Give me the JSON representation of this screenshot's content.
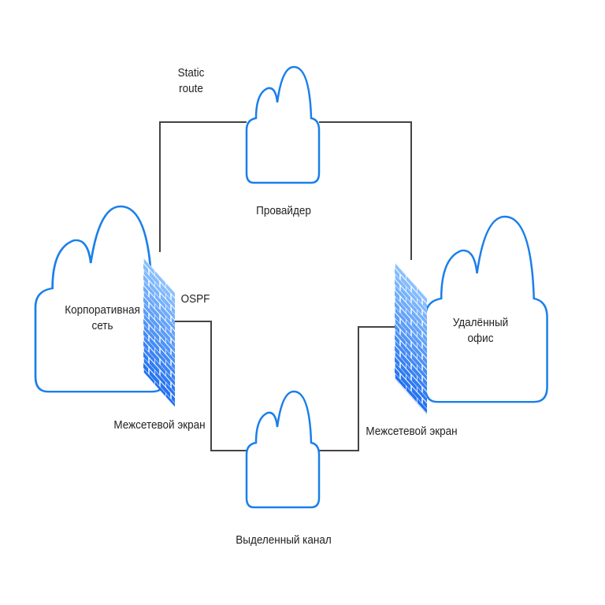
{
  "nodes": {
    "corporate": "Корпоративная сеть",
    "corporate_l1": "Корпоративная",
    "corporate_l2": "сеть",
    "provider": "Провайдер",
    "remote_l1": "Удалённый",
    "remote_l2": "офис",
    "leased": "Выделенный канал"
  },
  "labels": {
    "static_l1": "Static",
    "static_l2": "route",
    "ospf": "OSPF",
    "firewall_left": "Межсетевой экран",
    "firewall_right": "Межсетевой экран"
  },
  "colors": {
    "cloud_stroke": "#1a7fea",
    "firewall": "#2f7ff0",
    "line": "#444444"
  }
}
